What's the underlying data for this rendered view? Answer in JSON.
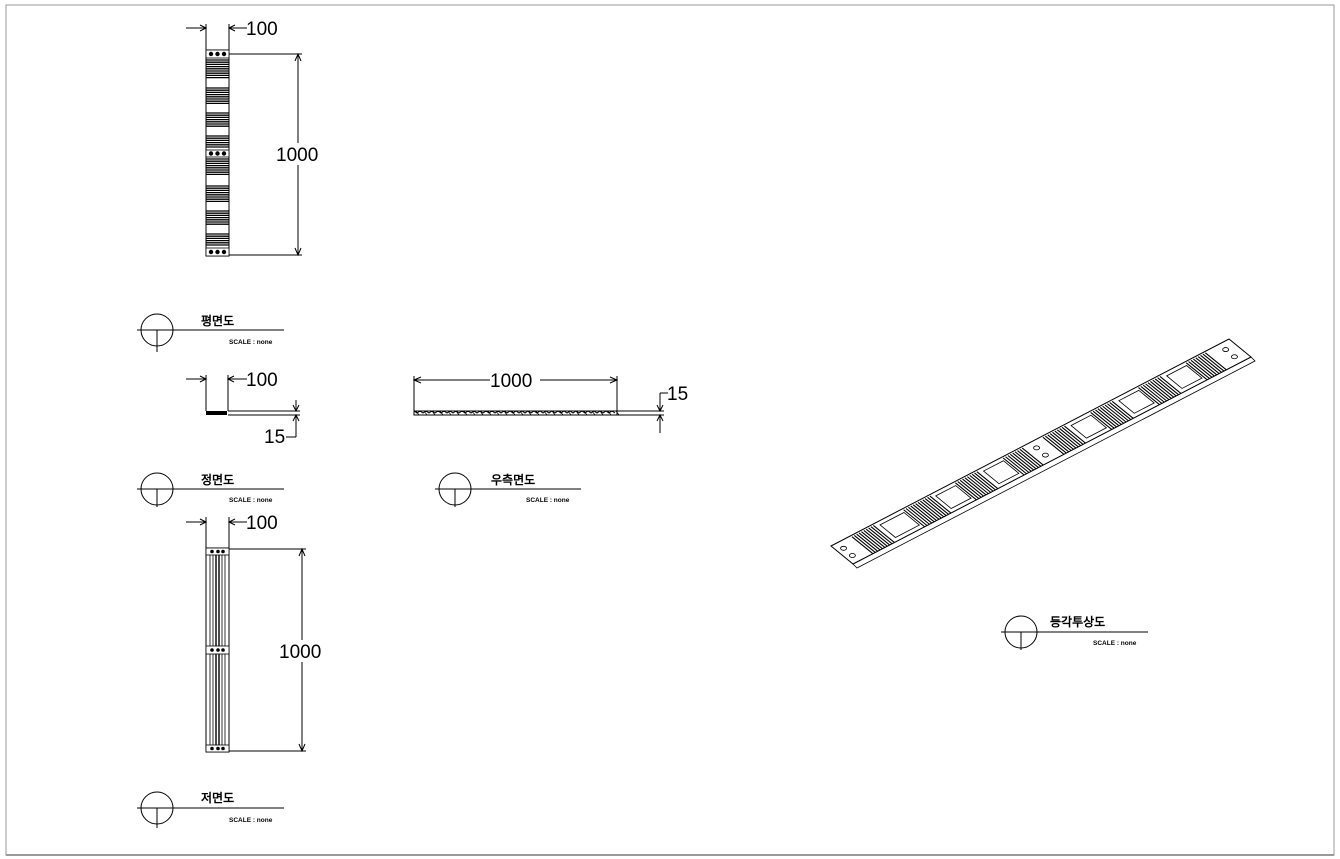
{
  "views": {
    "plan": {
      "title": "평면도",
      "scale": "SCALE : none",
      "width": "100",
      "length": "1000"
    },
    "front": {
      "title": "정면도",
      "scale": "SCALE : none",
      "width": "100",
      "thickness": "15"
    },
    "right": {
      "title": "우측면도",
      "scale": "SCALE : none",
      "length": "1000",
      "thickness": "15"
    },
    "bottom": {
      "title": "저면도",
      "scale": "SCALE : none",
      "width": "100",
      "length": "1000"
    },
    "iso": {
      "title": "등각투상도",
      "scale": "SCALE : none"
    }
  },
  "colors": {
    "line": "#000000",
    "frame": "#9a9a9a",
    "panel_fill": "#ffffff"
  }
}
